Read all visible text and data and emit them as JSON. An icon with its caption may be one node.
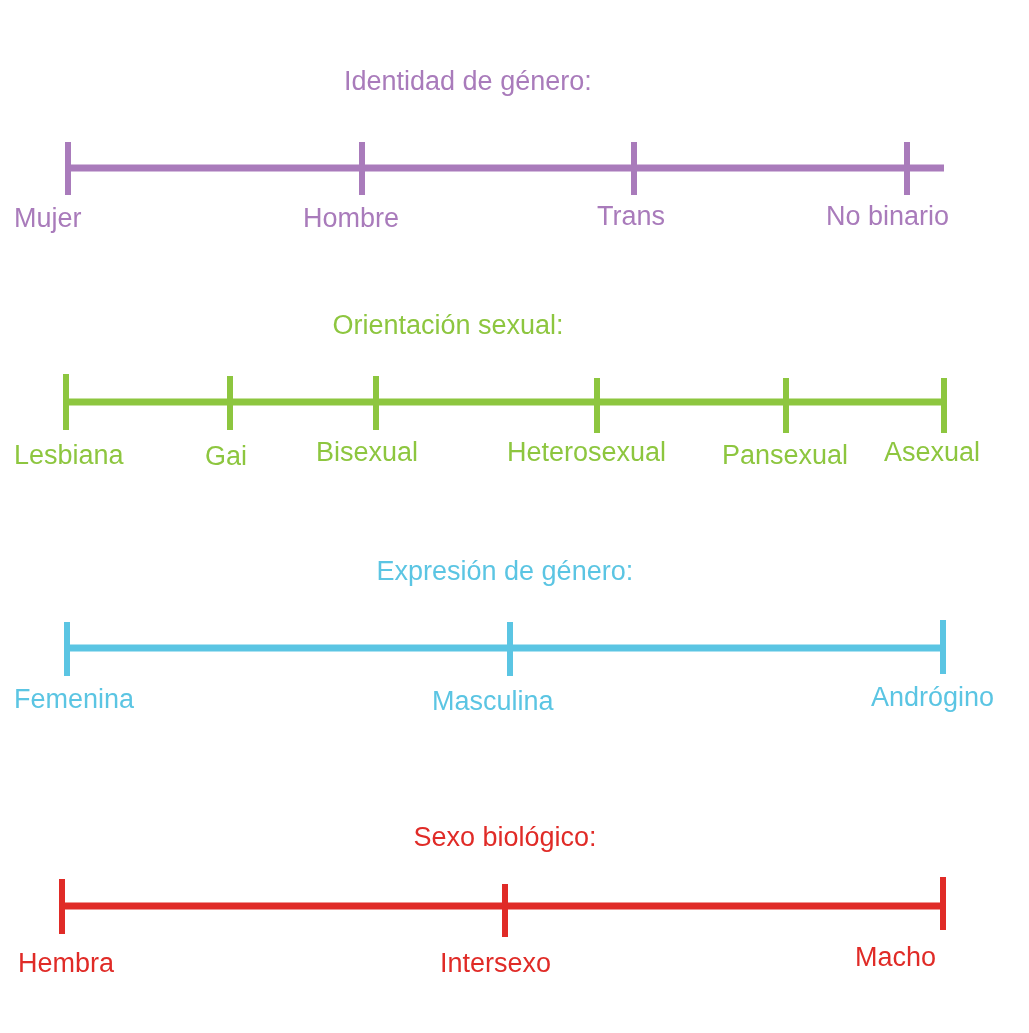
{
  "diagram": {
    "nodes": [
      {
        "text": [
          "Mujer"
        ]
      },
      {
        "text": [
          "Hombre"
        ]
      },
      {
        "text": [
          "Trans"
        ]
      },
      {
        "text": [
          "No binario"
        ]
      },
      {
        "text": [
          "Lesbiana"
        ]
      },
      {
        "text": [
          "Gai"
        ]
      },
      {
        "text": [
          "Bisexual"
        ]
      },
      {
        "text": [
          "Heterosexual"
        ]
      },
      {
        "text": [
          "Pansexual"
        ]
      },
      {
        "text": [
          "Asexual"
        ]
      },
      {
        "text": [
          "Femenina"
        ]
      },
      {
        "text": [
          "Masculina"
        ]
      },
      {
        "text": [
          "Andrógino"
        ]
      },
      {
        "text": [
          "Hembra"
        ]
      },
      {
        "text": [
          "Intersexo"
        ]
      },
      {
        "text": [
          "Macho"
        ]
      }
    ],
    "edges": [
      {
        "from": 0,
        "to": 1,
        "arrow": "none",
        "color": "#a97bbb"
      },
      {
        "from": 1,
        "to": 2,
        "arrow": "none",
        "color": "#a97bbb"
      },
      {
        "from": 2,
        "to": 3,
        "arrow": "none",
        "color": "#a97bbb"
      },
      {
        "from": 4,
        "to": 5,
        "arrow": "none"
      },
      {
        "from": 5,
        "to": 6,
        "arrow": "none"
      },
      {
        "from": 6,
        "to": 7,
        "arrow": "none"
      },
      {
        "from": 7,
        "to": 8,
        "arrow": "none"
      },
      {
        "from": 8,
        "to": 9,
        "arrow": "none"
      },
      {
        "from": 10,
        "to": 11,
        "arrow": "none",
        "color": "#5bc5e3"
      },
      {
        "from": 11,
        "to": 12,
        "arrow": "none",
        "color": "#5bc5e3"
      },
      {
        "from": 13,
        "to": 14,
        "arrow": "none",
        "color": "#e02b27"
      },
      {
        "from": 14,
        "to": 15,
        "arrow": "none",
        "color": "#e02b27"
      }
    ],
    "labels": [
      "Identidad de género:",
      "Orientación sexual:",
      "Expresión de género:",
      "Sexo biológico:"
    ]
  }
}
